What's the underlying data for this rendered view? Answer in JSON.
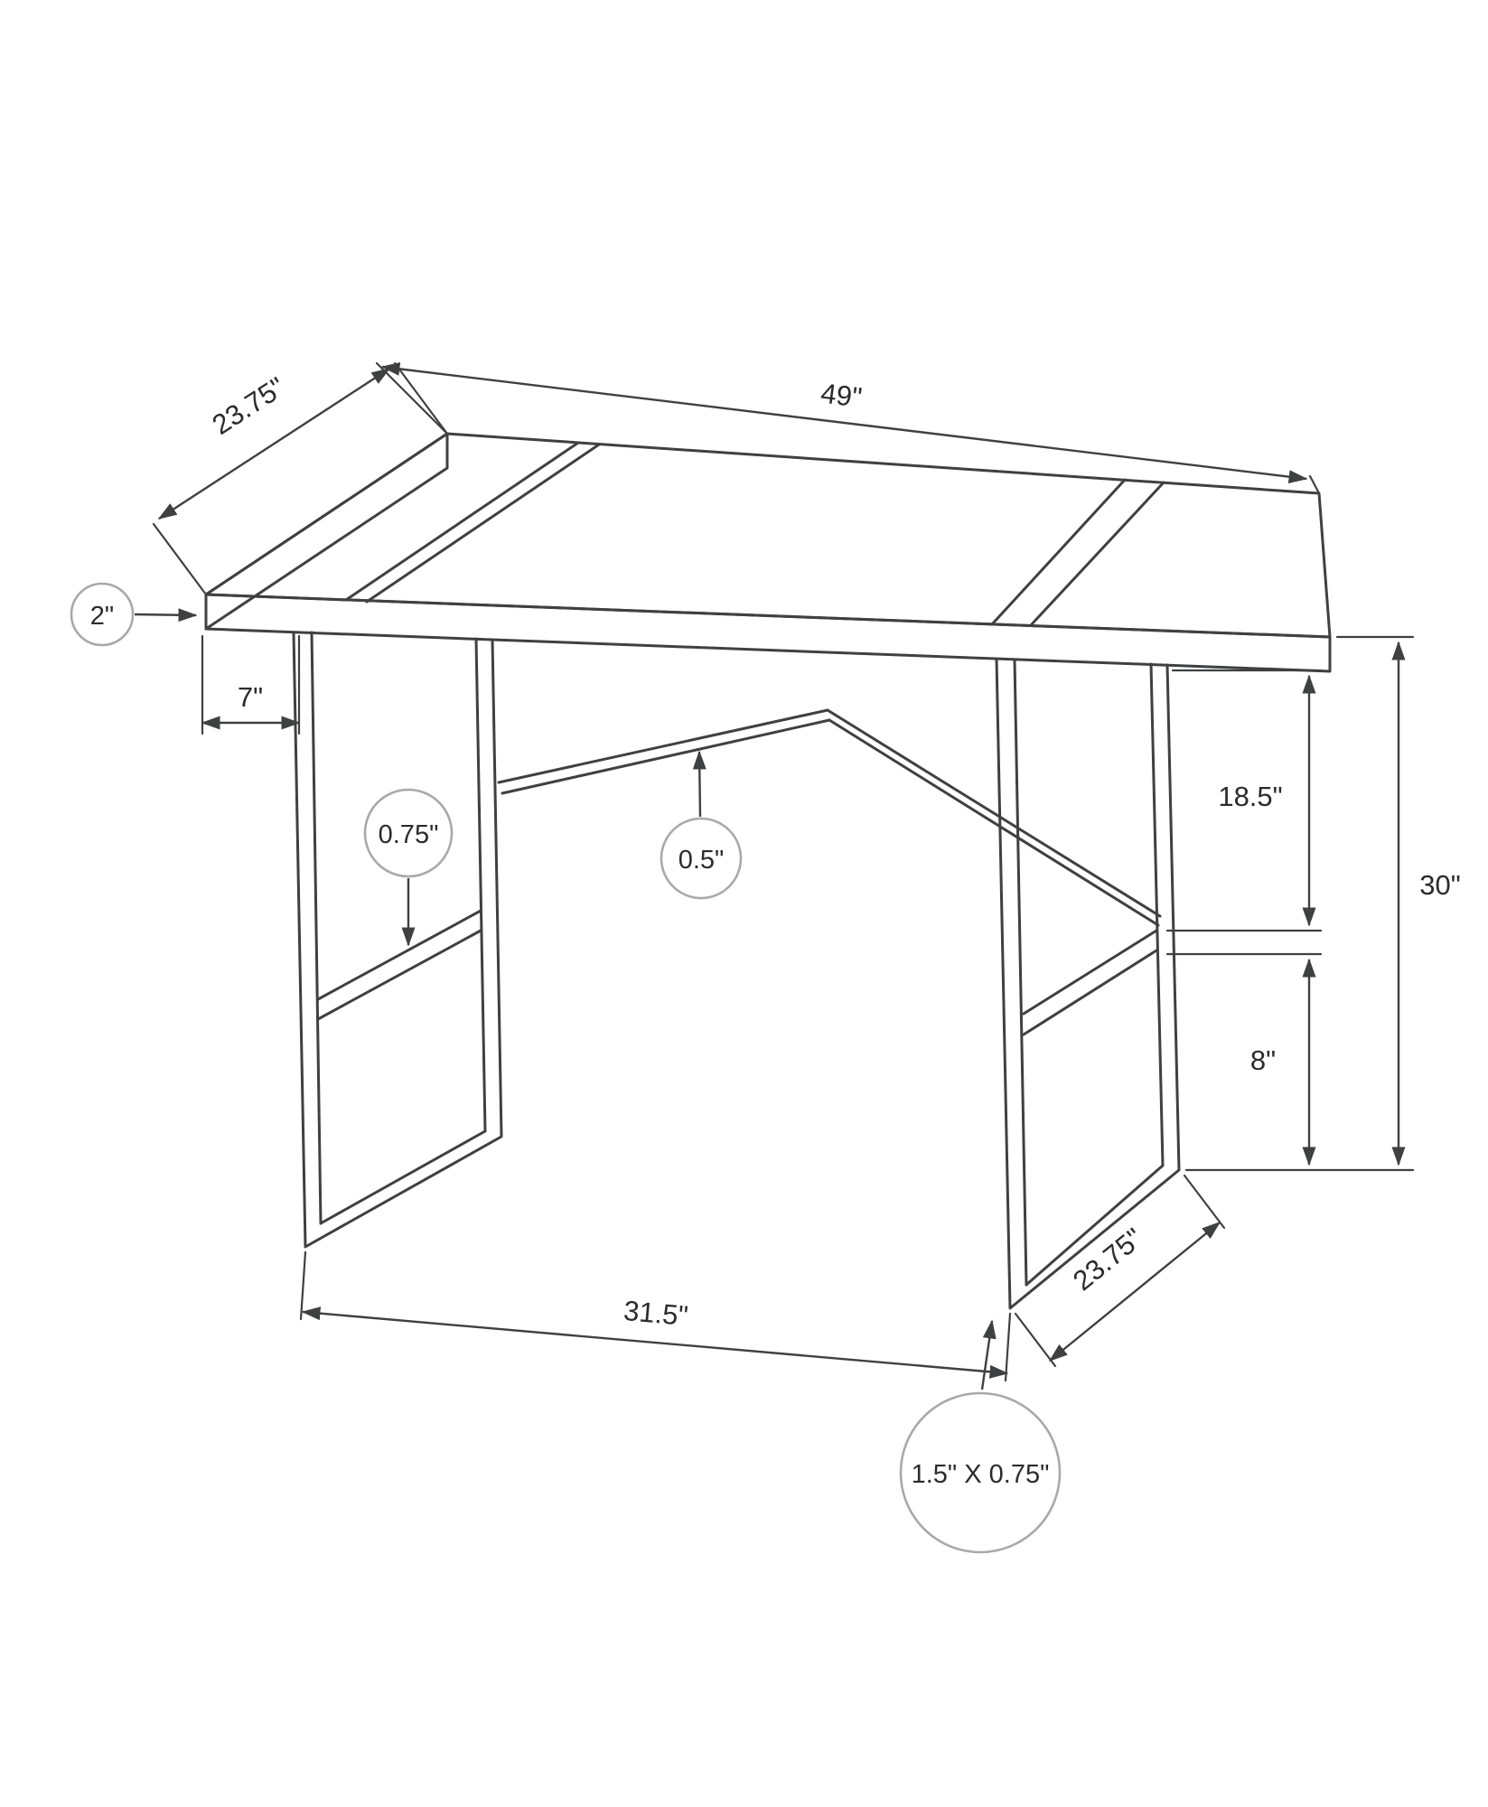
{
  "diagram": {
    "type": "technical-dimension-drawing",
    "subject": "computer-desk",
    "colors": {
      "background": "#ffffff",
      "line": "#3f4041",
      "dimension": "#3f4041",
      "callout": "#a7a9ac",
      "text": "#2b2b2d"
    },
    "dimensions": {
      "top_depth": "23.75\"",
      "top_length": "49\"",
      "top_thickness": "2\"",
      "side_overhang": "7\"",
      "frame_bar_thickness": "0.75\"",
      "brace_thickness": "0.5\"",
      "under_top_to_shelf": "18.5\"",
      "overall_height": "30\"",
      "shelf_to_floor": "8\"",
      "leg_spacing": "31.5\"",
      "leg_depth": "23.75\"",
      "tube_size": "1.5\" X 0.75\""
    }
  }
}
